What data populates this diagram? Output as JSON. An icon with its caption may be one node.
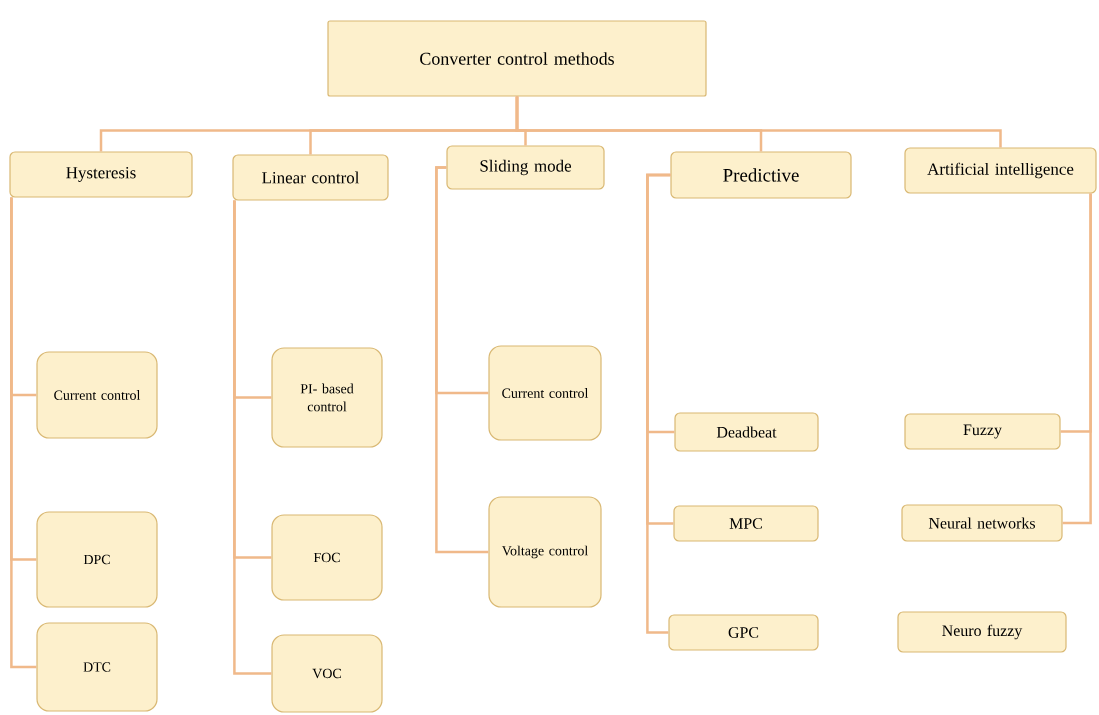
{
  "diagram": {
    "nodes": [
      {
        "text": [
          "Converter control methods"
        ]
      },
      {
        "text": [
          "Hysteresis"
        ]
      },
      {
        "text": [
          "Linear control"
        ]
      },
      {
        "text": [
          "Sliding mode"
        ]
      },
      {
        "text": [
          "Predictive"
        ]
      },
      {
        "text": [
          "Artificial intelligence"
        ]
      },
      {
        "text": [
          "Current control"
        ]
      },
      {
        "text": [
          "DPC"
        ]
      },
      {
        "text": [
          "DTC"
        ]
      },
      {
        "text": [
          "PI- based control"
        ]
      },
      {
        "text": [
          "FOC"
        ]
      },
      {
        "text": [
          "VOC"
        ]
      },
      {
        "text": [
          "Current control"
        ]
      },
      {
        "text": [
          "Voltage control"
        ]
      },
      {
        "text": [
          "Deadbeat"
        ]
      },
      {
        "text": [
          "MPC"
        ]
      },
      {
        "text": [
          "GPC"
        ]
      },
      {
        "text": [
          "Fuzzy"
        ]
      },
      {
        "text": [
          "Neural networks"
        ]
      },
      {
        "text": [
          "Neuro fuzzy"
        ]
      }
    ],
    "edges": [
      {
        "from": 0,
        "to": 1,
        "arrow": "none"
      },
      {
        "from": 0,
        "to": 2,
        "arrow": "none"
      },
      {
        "from": 0,
        "to": 3,
        "arrow": "none"
      },
      {
        "from": 0,
        "to": 4,
        "arrow": "none"
      },
      {
        "from": 0,
        "to": 5,
        "arrow": "none"
      },
      {
        "from": 1,
        "to": 6,
        "arrow": "none"
      },
      {
        "from": 1,
        "to": 7,
        "arrow": "none"
      },
      {
        "from": 1,
        "to": 8,
        "arrow": "none"
      },
      {
        "from": 2,
        "to": 9,
        "arrow": "none"
      },
      {
        "from": 2,
        "to": 10,
        "arrow": "none"
      },
      {
        "from": 2,
        "to": 11,
        "arrow": "none"
      },
      {
        "from": 3,
        "to": 12,
        "arrow": "none"
      },
      {
        "from": 3,
        "to": 13,
        "arrow": "none"
      },
      {
        "from": 4,
        "to": 14,
        "arrow": "none"
      },
      {
        "from": 4,
        "to": 15,
        "arrow": "none"
      },
      {
        "from": 4,
        "to": 16,
        "arrow": "none"
      },
      {
        "from": 5,
        "to": 17,
        "arrow": "none"
      },
      {
        "from": 5,
        "to": 18,
        "arrow": "none"
      }
    ]
  }
}
